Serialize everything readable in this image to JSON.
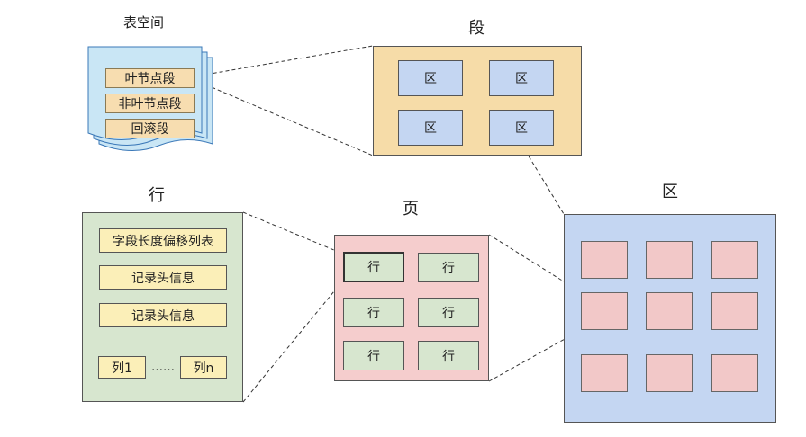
{
  "tablespace": {
    "title": "表空间",
    "items": [
      "叶节点段",
      "非叶节点段",
      "回滚段"
    ]
  },
  "segment": {
    "title": "段",
    "cell_label": "区"
  },
  "extent": {
    "title": "区"
  },
  "page": {
    "title": "页",
    "cell_label": "行"
  },
  "row": {
    "title": "行",
    "fields": [
      "字段长度偏移列表",
      "记录头信息",
      "记录头信息"
    ],
    "col_first": "列1",
    "ellipsis": "……",
    "col_last": "列n"
  },
  "colors": {
    "tablespace_doc": "#c9e6f5",
    "tablespace_item": "#f7ddb0",
    "segment_bg": "#f6dca8",
    "segment_cell": "#c4d6f2",
    "extent_bg": "#c4d6f2",
    "extent_cell": "#f2c8c8",
    "page_bg": "#f5cdcd",
    "page_cell": "#d7e6cf",
    "row_bg": "#d7e6cf",
    "row_field": "#fbefb8"
  }
}
